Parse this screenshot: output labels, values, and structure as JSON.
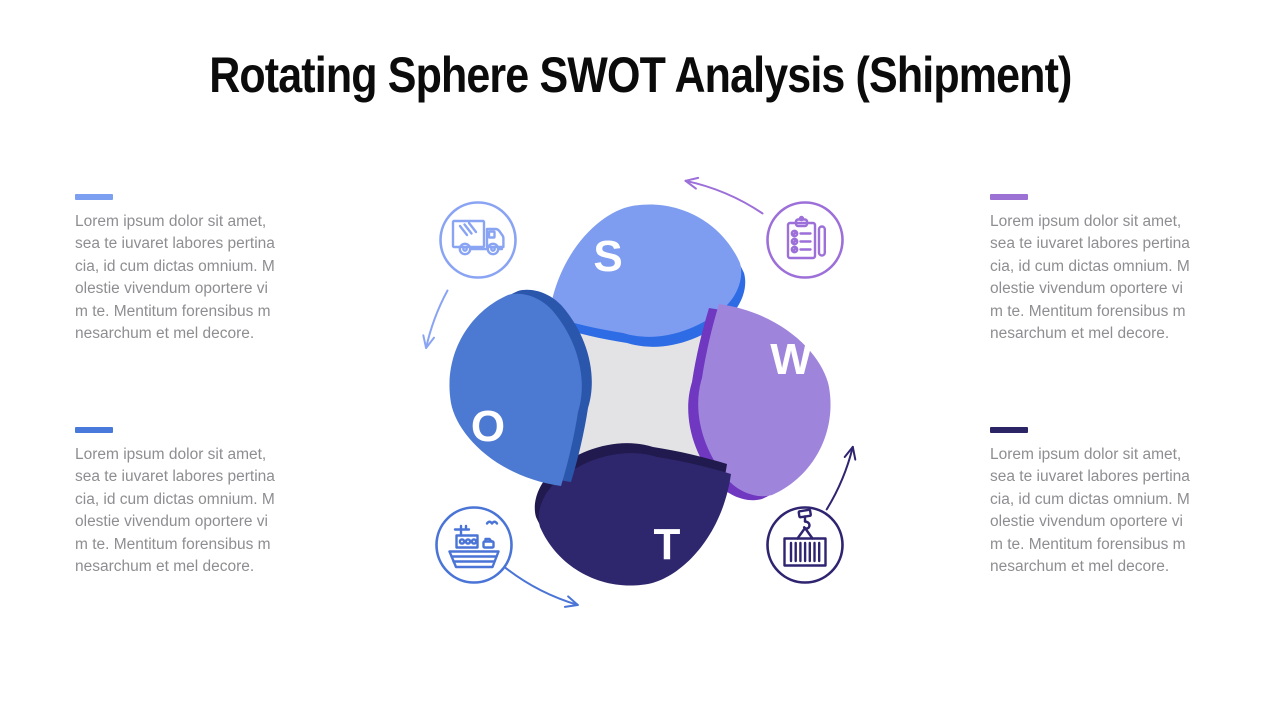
{
  "slide": {
    "title": "Rotating Sphere SWOT Analysis (Shipment)",
    "background": "#ffffff"
  },
  "swot": {
    "s": {
      "letter": "S",
      "fill": "#7E9DF1",
      "rim": "#2E6CE6",
      "icon": "delivery-truck",
      "icon_color": "#8AA4F4"
    },
    "w": {
      "letter": "W",
      "fill": "#9F84DC",
      "rim": "#7038C0",
      "icon": "checklist-clipboard",
      "icon_color": "#9C6FD9"
    },
    "t": {
      "letter": "T",
      "fill": "#2F276E",
      "rim": "#211A4E",
      "icon": "container-crane",
      "icon_color": "#2E2470"
    },
    "o": {
      "letter": "O",
      "fill": "#4C79D2",
      "rim": "#2A56AC",
      "icon": "cargo-ship",
      "icon_color": "#4A74D6"
    }
  },
  "center_disc_color": "#E3E3E5",
  "rotation_direction": "counterclockwise",
  "blocks": {
    "top_left": {
      "accent": "#7C9FF2",
      "text": "Lorem ipsum dolor sit amet,\nsea te iuvaret labores pertina\ncia, id cum dictas omnium. M\nolestie vivendum oportere vi\nm te. Mentitum forensibus m\nnesarchum et mel decore."
    },
    "top_right": {
      "accent": "#9B72D4",
      "text": "Lorem ipsum dolor sit amet,\nsea te iuvaret labores pertina\ncia, id cum dictas omnium. M\nolestie vivendum oportere vi\nm te. Mentitum forensibus m\nnesarchum et mel decore."
    },
    "bottom_left": {
      "accent": "#4A79DC",
      "text": "Lorem ipsum dolor sit amet,\nsea te iuvaret labores pertina\ncia, id cum dictas omnium. M\nolestie vivendum oportere vi\nm te. Mentitum forensibus m\nnesarchum et mel decore."
    },
    "bottom_right": {
      "accent": "#2B2566",
      "text": "Lorem ipsum dolor sit amet,\nsea te iuvaret labores pertina\ncia, id cum dictas omnium. M\nolestie vivendum oportere vi\nm te. Mentitum forensibus m\nnesarchum et mel decore."
    }
  }
}
